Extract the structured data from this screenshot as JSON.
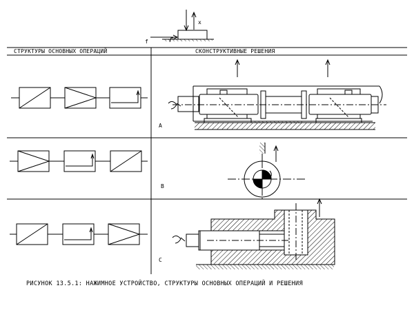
{
  "top": {
    "x_label": "x",
    "f_label": "f"
  },
  "headers": {
    "left": "СТРУКТУРЫ ОСНОВНЫХ ОПЕРАЦИЙ",
    "right": "СКОНСТРУКТИВНЫЕ РЕШЕНИЯ"
  },
  "rows": [
    {
      "letter": "A"
    },
    {
      "letter": "B"
    },
    {
      "letter": "C"
    }
  ],
  "caption": "РИСУНОК 13.5.1: НАЖИМНОЕ УСТРОЙСТВО, СТРУКТУРЫ ОСНОВНЫХ ОПЕРАЦИЙ И РЕШЕНИЯ"
}
